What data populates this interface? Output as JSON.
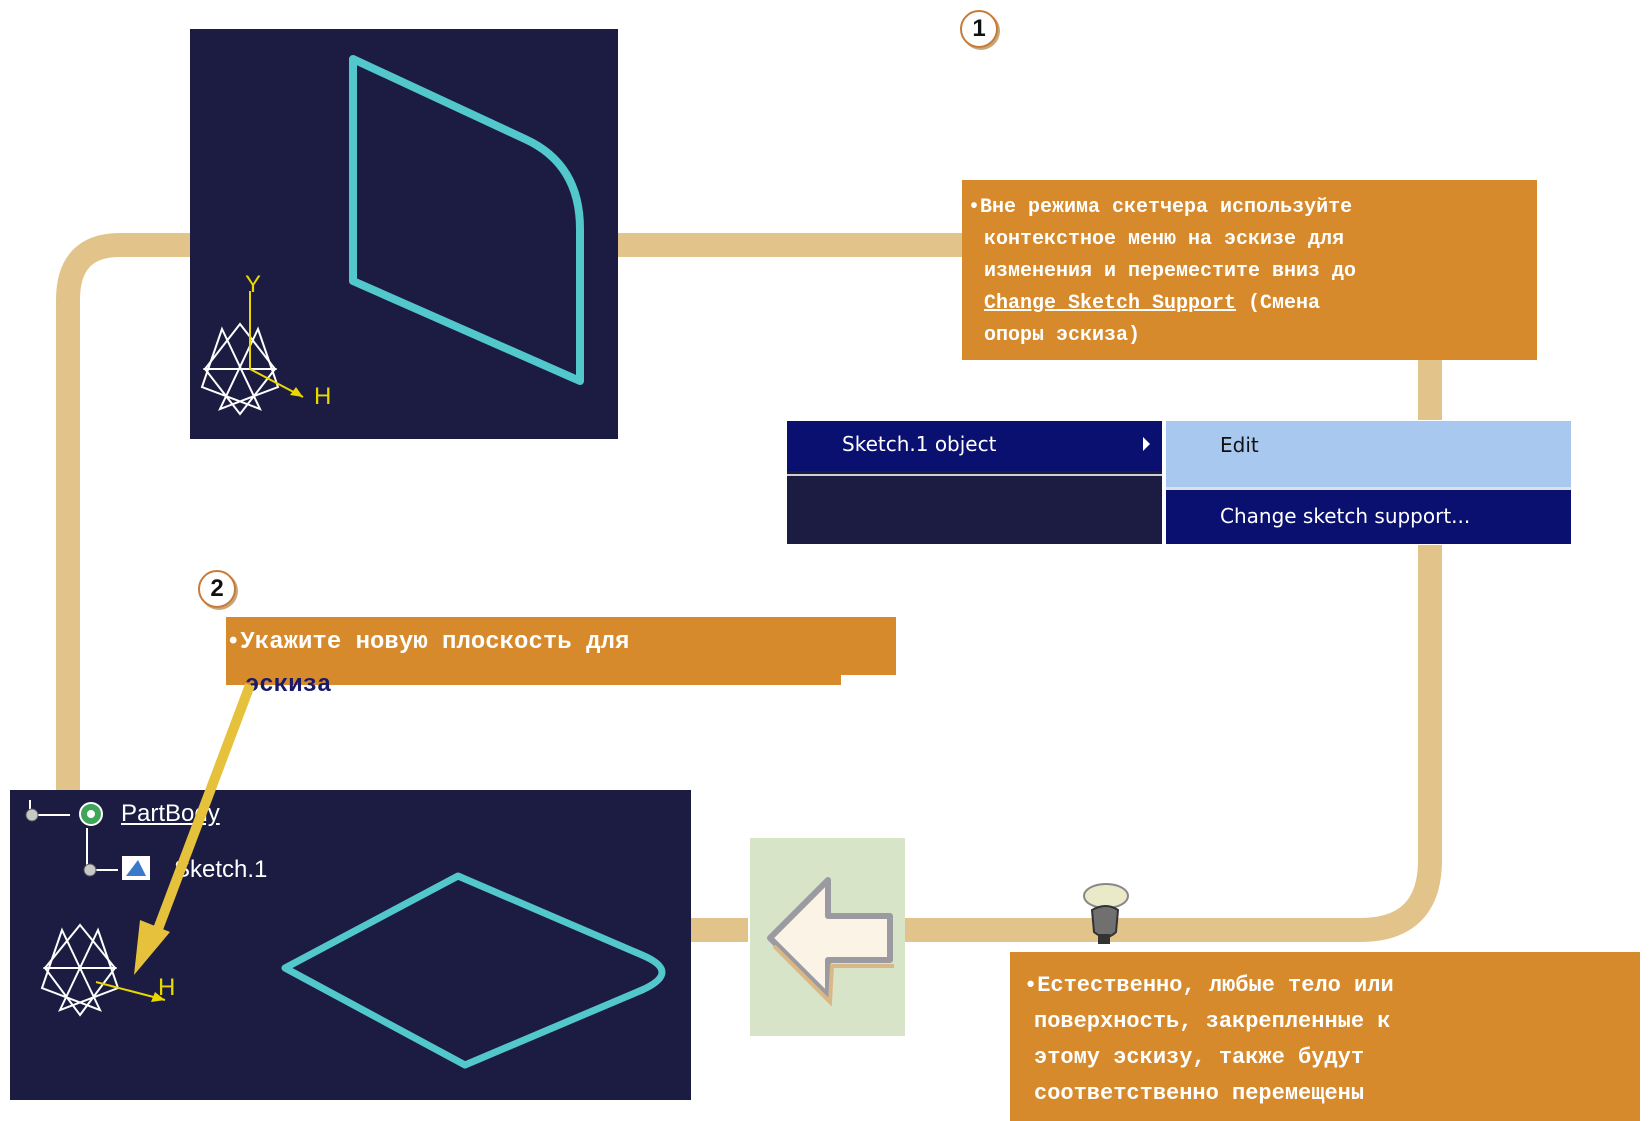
{
  "badges": {
    "one": "1",
    "two": "2"
  },
  "note1": {
    "bullet": "•",
    "lines": [
      "Вне режима скетчера используйте",
      "контекстное меню на эскизе для",
      "изменения и переместите вниз до"
    ],
    "link": "Change Sketch Support",
    "after_link": " (Смена",
    "last": "опоры эскиза)"
  },
  "note2": {
    "bullet": "•",
    "line1": "Укажите новую плоскость для",
    "line2": "эскиза"
  },
  "note3": {
    "bullet": "•",
    "lines": [
      "Естественно, любые тело или",
      "поверхность, закрепленные к",
      "этому эскизу, также будут",
      "соответственно перемещены"
    ]
  },
  "context_menu": {
    "item": "Sketch.1 object",
    "submenu": {
      "edit": "Edit",
      "change": "Change sketch support..."
    }
  },
  "tree": {
    "part_body": "PartBody",
    "sketch": "Sketch.1"
  },
  "axes": {
    "y": "Y",
    "h": "H"
  },
  "colors": {
    "viewport": "#1c1c42",
    "note": "#d68a2c",
    "sketch_line": "#52c8cc",
    "connector": "#e2c48a",
    "menu_highlight": "#0a1070"
  }
}
